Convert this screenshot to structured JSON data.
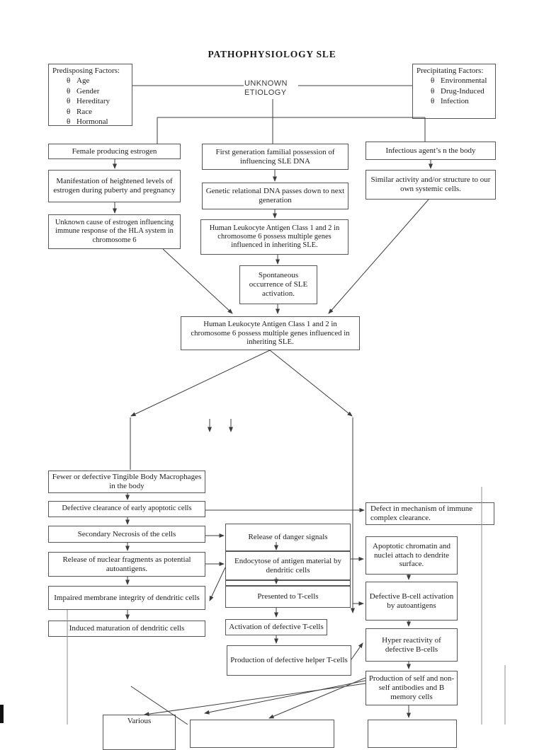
{
  "page": {
    "title": "PATHOPHYSIOLOGY SLE",
    "etiology": "UNKNOWN ETIOLOGY",
    "bullet": "θ",
    "line_color": "#3d3d3d",
    "border_color": "#565656"
  },
  "predisposing": {
    "title": "Predisposing Factors:",
    "items": [
      "Age",
      "Gender",
      "Hereditary",
      "Race",
      "Hormonal"
    ]
  },
  "precipitating": {
    "title": "Precipitating Factors:",
    "items": [
      "Environmental",
      "Drug-Induced",
      "Infection"
    ]
  },
  "nodes": {
    "female": "Female producing estrogen",
    "manifestation": "Manifestation of heightened levels of estrogen during puberty and pregnancy",
    "unknown_cause": "Unknown cause of estrogen influencing immune response of the HLA system in chromosome 6",
    "first_gen": "First generation familial possession of influencing SLE DNA",
    "genetic": "Genetic relational DNA passes down to next generation",
    "hla_genes": "Human Leukocyte Antigen Class 1 and 2 in chromosome 6 possess multiple genes influenced in inheriting SLE.",
    "spontaneous": "Spontaneous occurrence of SLE activation.",
    "infectious": "Infectious agent’s n the body",
    "similar": "Similar activity and/or structure to our own systemic cells.",
    "hla_central": "Human Leukocyte Antigen Class 1 and 2 in chromosome 6 possess multiple genes influenced in inheriting SLE.",
    "fewer": "Fewer or defective Tingible Body Macrophages in the body",
    "clearance": "Defective clearance of early apoptotic cells",
    "necrosis": "Secondary Necrosis of the cells",
    "nuclear": "Release of nuclear fragments as potential autoantigens.",
    "impaired": "Impaired membrane integrity of dendritic cells",
    "induced": "Induced maturation of dendritic cells",
    "danger": "Release of danger signals",
    "endocytose": "Endocytose of antigen material by dendritic cells",
    "presented": "Presented to T-cells",
    "activation": "Activation of defective T-cells",
    "helper": "Production of defective helper T-cells",
    "defect_mech": "Defect in mechanism of immune complex clearance.",
    "apoptotic": "Apoptotic chromatin and nuclei attach to dendrite surface.",
    "bcell": "Defective B-cell activation by autoantigens",
    "hyper": "Hyper reactivity of defective B-cells",
    "prod_self": "Production of self and non-self antibodies and B memory cells",
    "various": "Various"
  }
}
